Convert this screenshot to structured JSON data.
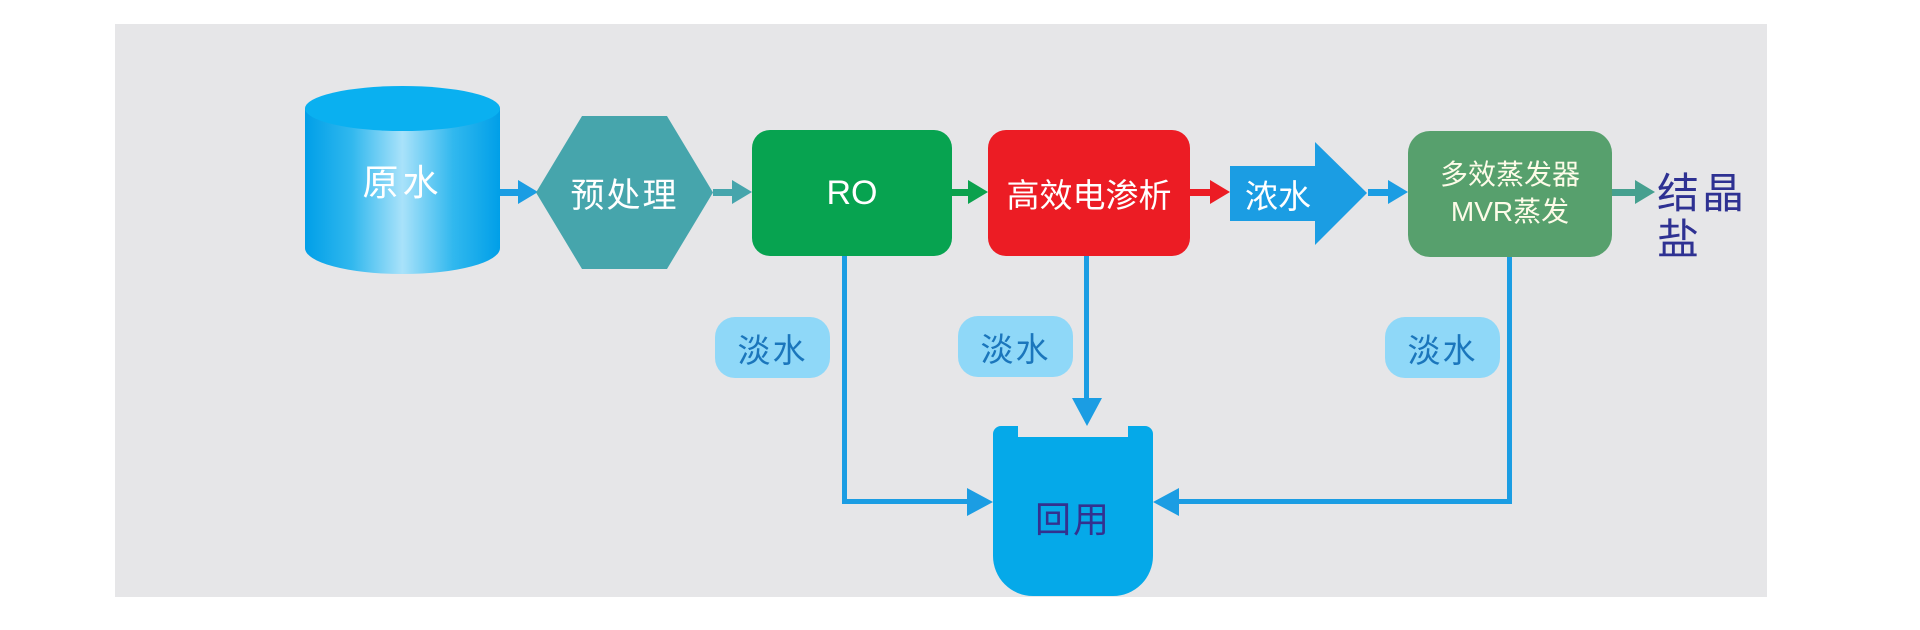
{
  "diagram": {
    "nodes": {
      "raw_water": {
        "label": "原水",
        "shape": "cylinder",
        "color": "#00a2e9"
      },
      "pretreatment": {
        "label": "预处理",
        "shape": "hexagon",
        "color": "#46a5ac"
      },
      "ro": {
        "label": "RO",
        "shape": "rounded-box",
        "color": "#07a350"
      },
      "electrodialysis": {
        "label": "高效电渗析",
        "shape": "rounded-box",
        "color": "#ec1c24"
      },
      "concentrate": {
        "label": "浓水",
        "shape": "block-arrow",
        "color": "#1b9de3"
      },
      "evaporator": {
        "line1": "多效蒸发器",
        "line2": "MVR蒸发",
        "shape": "rounded-box",
        "color": "#57a06d"
      },
      "crystal_salt": {
        "label": "结晶盐",
        "shape": "text",
        "color": "#2e3192"
      },
      "reuse": {
        "label": "回用",
        "shape": "tank",
        "color": "#05a9e9"
      }
    },
    "fresh_water": {
      "label": "淡水",
      "badge_color": "#8fd8f8",
      "text_color": "#1b76bc"
    },
    "edges": [
      {
        "from": "原水",
        "to": "预处理"
      },
      {
        "from": "预处理",
        "to": "RO"
      },
      {
        "from": "RO",
        "to": "高效电渗析"
      },
      {
        "from": "高效电渗析",
        "to": "浓水"
      },
      {
        "from": "浓水",
        "to": "多效蒸发器MVR蒸发"
      },
      {
        "from": "多效蒸发器MVR蒸发",
        "to": "结晶盐"
      },
      {
        "from": "RO",
        "to": "回用",
        "label": "淡水"
      },
      {
        "from": "高效电渗析",
        "to": "回用",
        "label": "淡水"
      },
      {
        "from": "多效蒸发器MVR蒸发",
        "to": "回用",
        "label": "淡水"
      }
    ],
    "colors": {
      "canvas_bg": "#ffffff",
      "panel_bg": "#e6e6e8",
      "flow_line_blue": "#1b9de3",
      "cylinder_blue": "#00a2e9",
      "hexagon_teal": "#46a5ac",
      "ro_green": "#07a350",
      "electrodialysis_red": "#ec1c24",
      "evaporator_green": "#57a06d",
      "evaporator_text": "#fdfbe8",
      "crystal_salt_text": "#2e3192",
      "fresh_water_bg": "#8fd8f8",
      "fresh_water_text": "#1b76bc",
      "reuse_tank_blue": "#05a9e9",
      "reuse_text": "#33318f"
    }
  }
}
